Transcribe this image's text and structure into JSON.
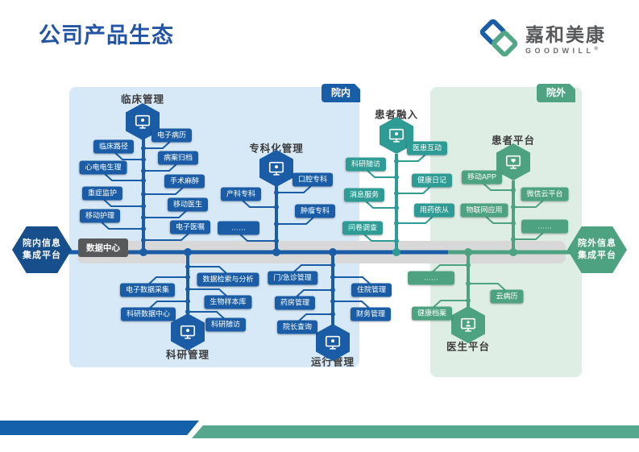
{
  "header": {
    "title": "公司产品生态"
  },
  "logo": {
    "cn": "嘉和美康",
    "en": "GOODWILL",
    "reg": "®"
  },
  "zones": {
    "inside_label": "院内",
    "outside_label": "院外"
  },
  "platforms": {
    "left": {
      "line1": "院内信息",
      "line2": "集成平台"
    },
    "right": {
      "line1": "院外信息",
      "line2": "集成平台"
    }
  },
  "data_center_label": "数据中心",
  "colors": {
    "blue": "#1A5DA6",
    "teal": "#2E9B94",
    "green": "#4DA282",
    "navy_platform": "#174E8C",
    "zone_in_bg": "#D7E9F7",
    "zone_out_bg": "#DEEEE5",
    "band_gray": "#D8D8D8",
    "title_blue": "#2455A4"
  },
  "groups": [
    {
      "id": "clinical",
      "title": "临床管理",
      "left": [
        "临床路径",
        "心电电生理",
        "重症监护",
        "移动护理"
      ],
      "right": [
        "电子病历",
        "病案归档",
        "手术麻醉",
        "移动医生",
        "电子医嘱"
      ]
    },
    {
      "id": "specialty",
      "title": "专科化管理",
      "left": [
        "产科专科",
        "……"
      ],
      "right": [
        "口腔专科",
        "肿瘤专科"
      ]
    },
    {
      "id": "patient-engagement",
      "title": "患者融入",
      "left": [
        "科研随访",
        "消息服务",
        "问卷调查"
      ],
      "right": [
        "医患互动",
        "健康日记",
        "用药依从"
      ]
    },
    {
      "id": "patient-platform",
      "title": "患者平台",
      "left": [
        "移动APP",
        "物联网应用"
      ],
      "right": [
        "微信云平台",
        "……"
      ]
    },
    {
      "id": "research",
      "title": "科研管理",
      "left": [
        "电子数据采集",
        "科研数据中心"
      ],
      "right": [
        "数据检索与分析",
        "生物样本库",
        "科研随访"
      ]
    },
    {
      "id": "operations",
      "title": "运行管理",
      "left": [
        "门/急诊管理",
        "药房管理",
        "院长查询"
      ],
      "right": [
        "住院管理",
        "财务管理"
      ]
    },
    {
      "id": "doctor-platform",
      "title": "医生平台",
      "left": [
        "……",
        "健康档案"
      ],
      "right": [
        "云病历"
      ]
    }
  ]
}
